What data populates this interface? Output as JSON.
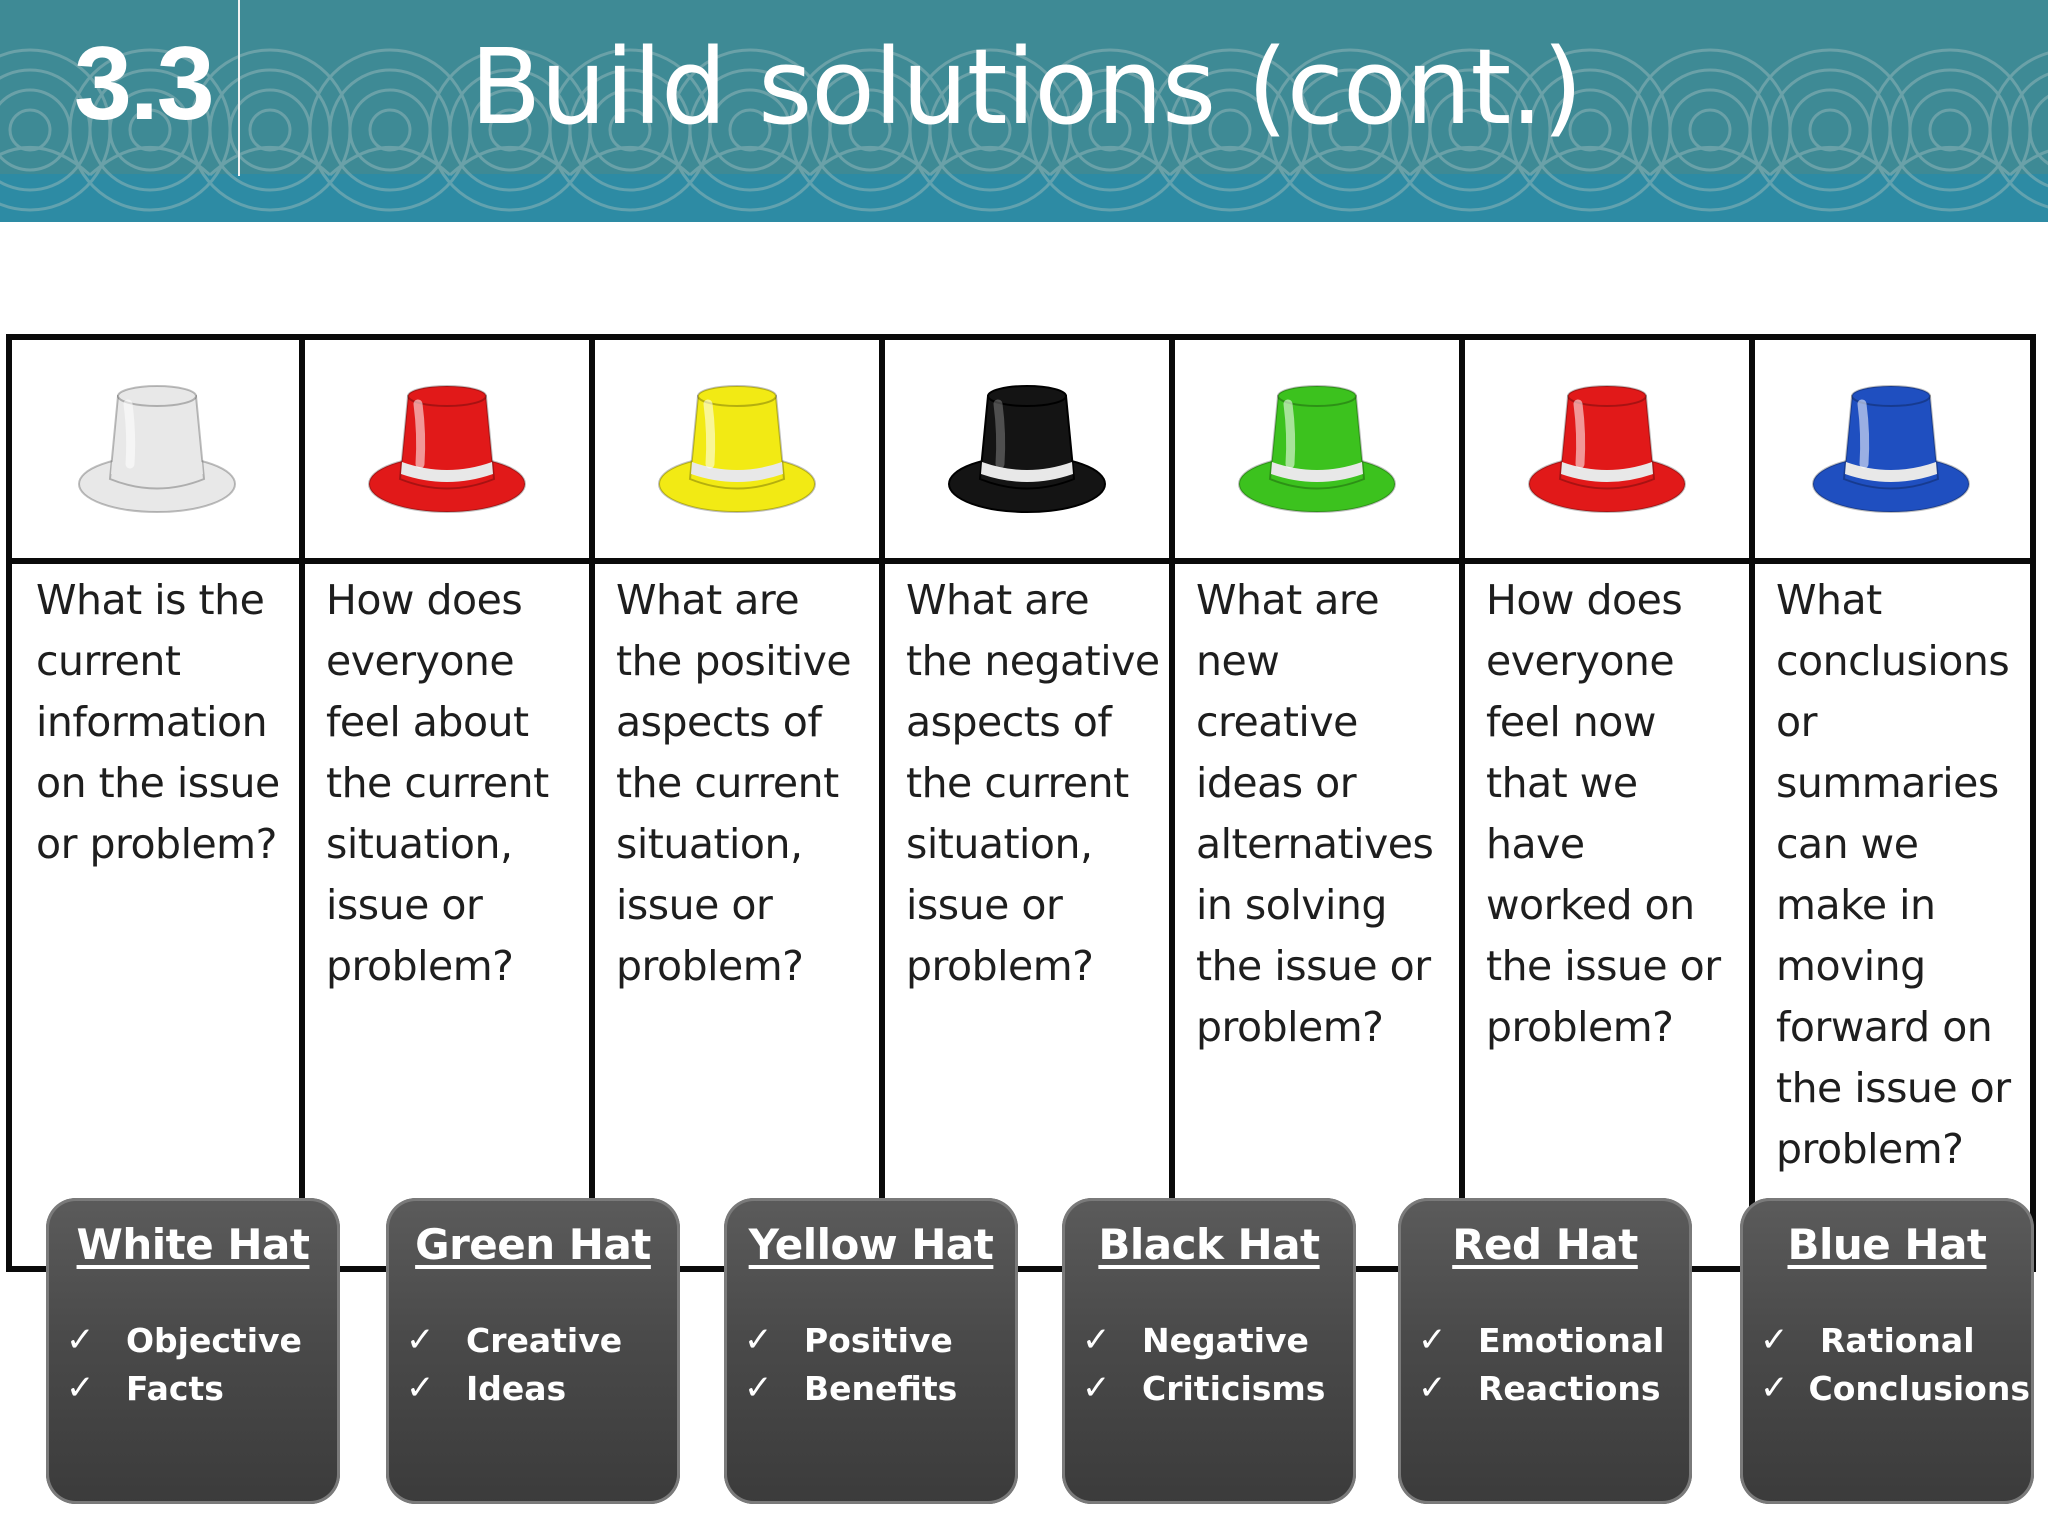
{
  "header": {
    "slide_number": "3.3",
    "title": "Build solutions (cont.)",
    "background_color": "#3e8a95"
  },
  "columns": [
    {
      "hat_color": "#e8e8e8",
      "hat_name": "white-hat",
      "question": "What is the\ncurrent\ninformation\non the issue\nor problem?"
    },
    {
      "hat_color": "#e11919",
      "hat_name": "red-hat",
      "question": "How does\neveryone\nfeel about\nthe current\nsituation,\nissue or\nproblem?"
    },
    {
      "hat_color": "#f2ea14",
      "hat_name": "yellow-hat",
      "question": "What are\nthe positive\naspects of\nthe current\nsituation,\nissue or\nproblem?"
    },
    {
      "hat_color": "#141414",
      "hat_name": "black-hat",
      "question": "What are\nthe negative\naspects of\nthe current\nsituation,\nissue or\nproblem?"
    },
    {
      "hat_color": "#3cc21e",
      "hat_name": "green-hat",
      "question": "What are\nnew\ncreative\nideas or\nalternatives\nin solving\nthe issue or\nproblem?"
    },
    {
      "hat_color": "#e11919",
      "hat_name": "red-hat",
      "question": "How does\neveryone\nfeel now\nthat we\nhave\nworked on\nthe issue or\nproblem?"
    },
    {
      "hat_color": "#1f4fc0",
      "hat_name": "blue-hat",
      "question": "What\nconclusions\nor\nsummaries\ncan we\nmake in\nmoving\nforward on\nthe issue or\nproblem?"
    }
  ],
  "labels": [
    {
      "title": "White Hat",
      "items": [
        "Objective",
        "Facts"
      ]
    },
    {
      "title": "Green Hat",
      "items": [
        "Creative",
        "Ideas"
      ]
    },
    {
      "title": "Yellow Hat",
      "items": [
        "Positive",
        "Benefits"
      ]
    },
    {
      "title": "Black Hat",
      "items": [
        "Negative",
        "Criticisms"
      ]
    },
    {
      "title": "Red Hat",
      "items": [
        "Emotional",
        "Reactions"
      ]
    },
    {
      "title": "Blue Hat",
      "items": [
        "Rational",
        "Conclusions"
      ]
    }
  ],
  "check_glyph": "✓",
  "check_icon": "checkmark-icon"
}
